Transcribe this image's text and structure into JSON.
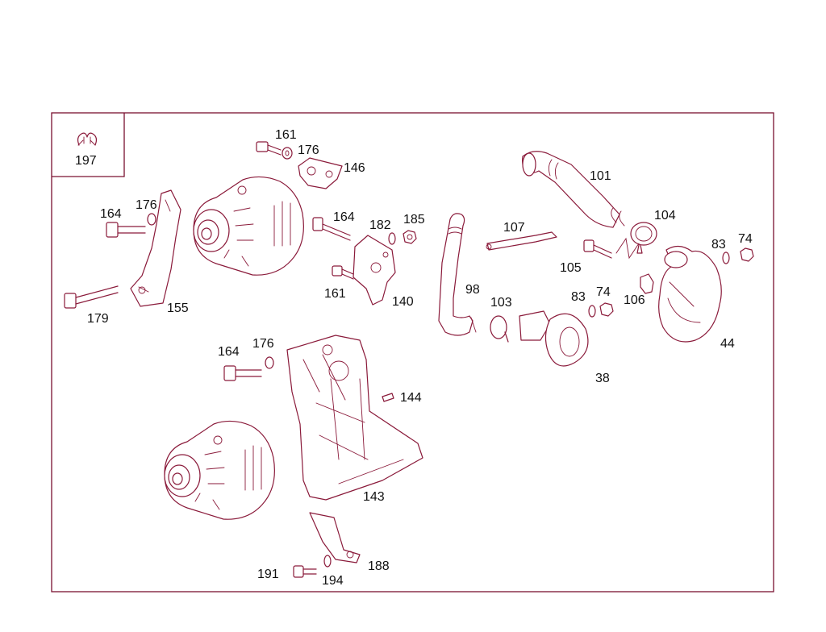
{
  "diagram": {
    "colors": {
      "line": "#8a1a3a",
      "frame": "#7a1030",
      "text": "#111111",
      "background": "#ffffff"
    },
    "inset_label": "197",
    "callouts": {
      "c161a": "161",
      "c176a": "176",
      "c146": "146",
      "c101": "101",
      "c104": "104",
      "c164a": "164",
      "c176b": "176",
      "c164b": "164",
      "c182": "182",
      "c185": "185",
      "c107": "107",
      "c83a": "83",
      "c74a": "74",
      "c105": "105",
      "c179": "179",
      "c155": "155",
      "c161b": "161",
      "c140": "140",
      "c98": "98",
      "c103": "103",
      "c83b": "83",
      "c74b": "74",
      "c106": "106",
      "c44": "44",
      "c38": "38",
      "c164c": "164",
      "c176c": "176",
      "c144": "144",
      "c143": "143",
      "c188": "188",
      "c191": "191",
      "c194": "194"
    }
  }
}
